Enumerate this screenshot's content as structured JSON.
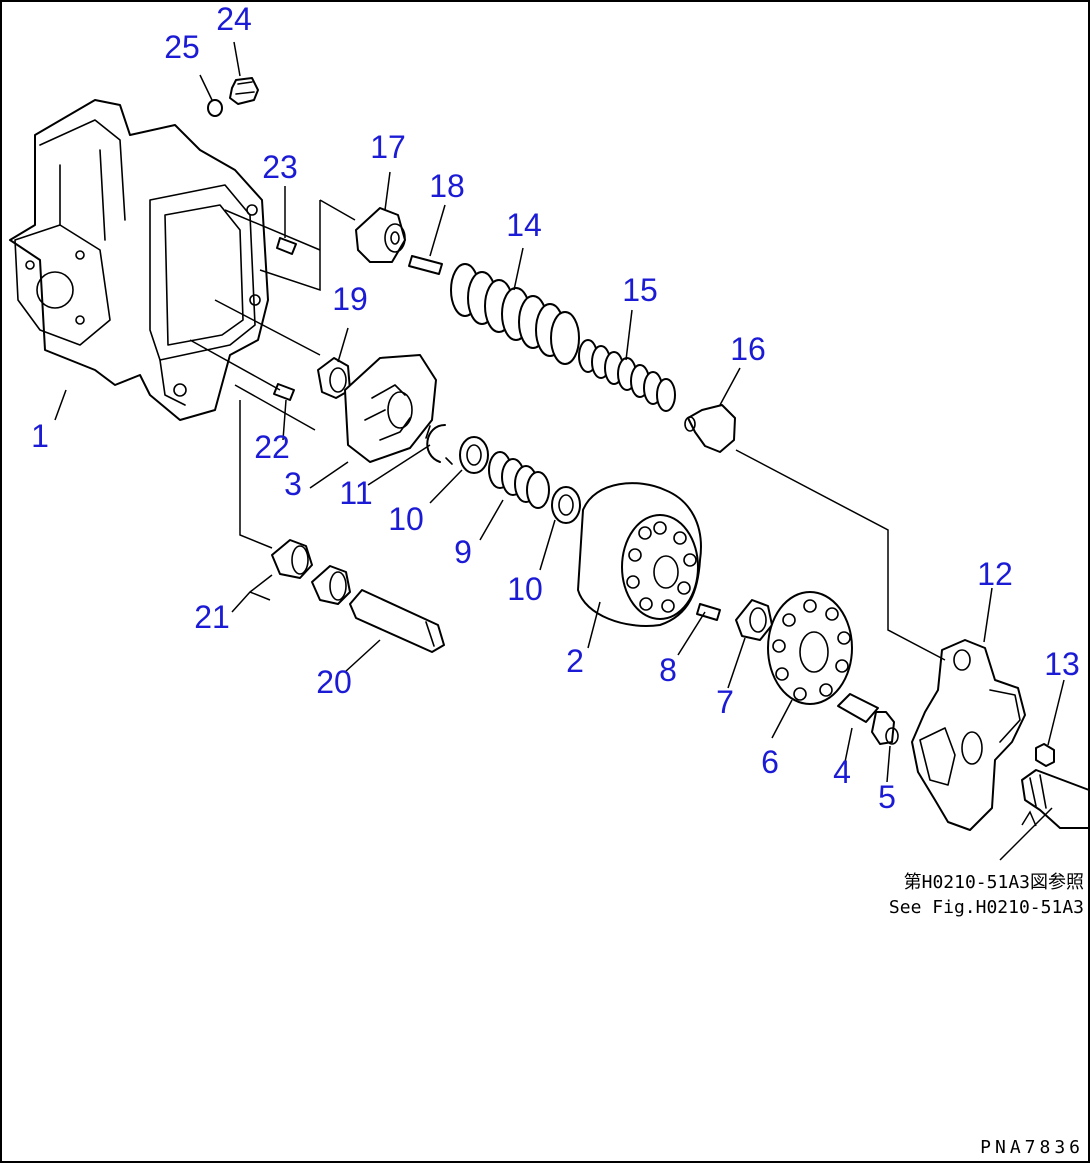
{
  "callouts": [
    {
      "id": "1",
      "label": "1"
    },
    {
      "id": "2",
      "label": "2"
    },
    {
      "id": "3",
      "label": "3"
    },
    {
      "id": "4",
      "label": "4"
    },
    {
      "id": "5",
      "label": "5"
    },
    {
      "id": "6",
      "label": "6"
    },
    {
      "id": "7",
      "label": "7"
    },
    {
      "id": "8",
      "label": "8"
    },
    {
      "id": "9",
      "label": "9"
    },
    {
      "id": "10a",
      "label": "10"
    },
    {
      "id": "10b",
      "label": "10"
    },
    {
      "id": "11",
      "label": "11"
    },
    {
      "id": "12",
      "label": "12"
    },
    {
      "id": "13",
      "label": "13"
    },
    {
      "id": "14",
      "label": "14"
    },
    {
      "id": "15",
      "label": "15"
    },
    {
      "id": "16",
      "label": "16"
    },
    {
      "id": "17",
      "label": "17"
    },
    {
      "id": "18",
      "label": "18"
    },
    {
      "id": "19",
      "label": "19"
    },
    {
      "id": "20",
      "label": "20"
    },
    {
      "id": "21",
      "label": "21"
    },
    {
      "id": "22",
      "label": "22"
    },
    {
      "id": "23",
      "label": "23"
    },
    {
      "id": "24",
      "label": "24"
    },
    {
      "id": "25",
      "label": "25"
    }
  ],
  "reference": {
    "japanese": "第H0210-51A3図参照",
    "english": "See Fig.H0210-51A3"
  },
  "drawing_code": "PNA7836",
  "colors": {
    "callout": "#1b1bd6",
    "line": "#000000",
    "paper": "#ffffff"
  }
}
